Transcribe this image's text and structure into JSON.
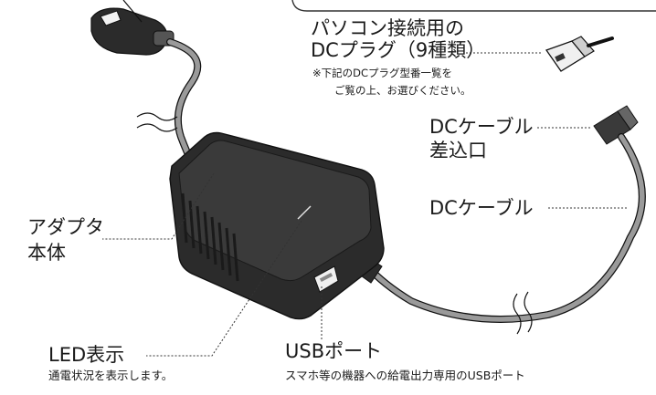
{
  "labels": {
    "plug_name": [
      "パソコン接続用の",
      "DCプラグ（9種類）"
    ],
    "plug_note": [
      "※下記のDCプラグ型番一覧を",
      "ご覧の上、お選びください。"
    ],
    "dc_inlet": [
      "DCケーブル",
      "差込口"
    ],
    "dc_cable": "DCケーブル",
    "adapter": [
      "アダプタ",
      "本体"
    ],
    "led_title": "LED表示",
    "led_desc": "通電状況を表示します。",
    "usb_title": "USBポート",
    "usb_desc": "スマホ等の機器への給電出力専用のUSBポート"
  },
  "colors": {
    "body": "#2b2b2b",
    "body_top": "#3a3a3a",
    "cable": "#9a9a9a",
    "leader": "#333333"
  }
}
